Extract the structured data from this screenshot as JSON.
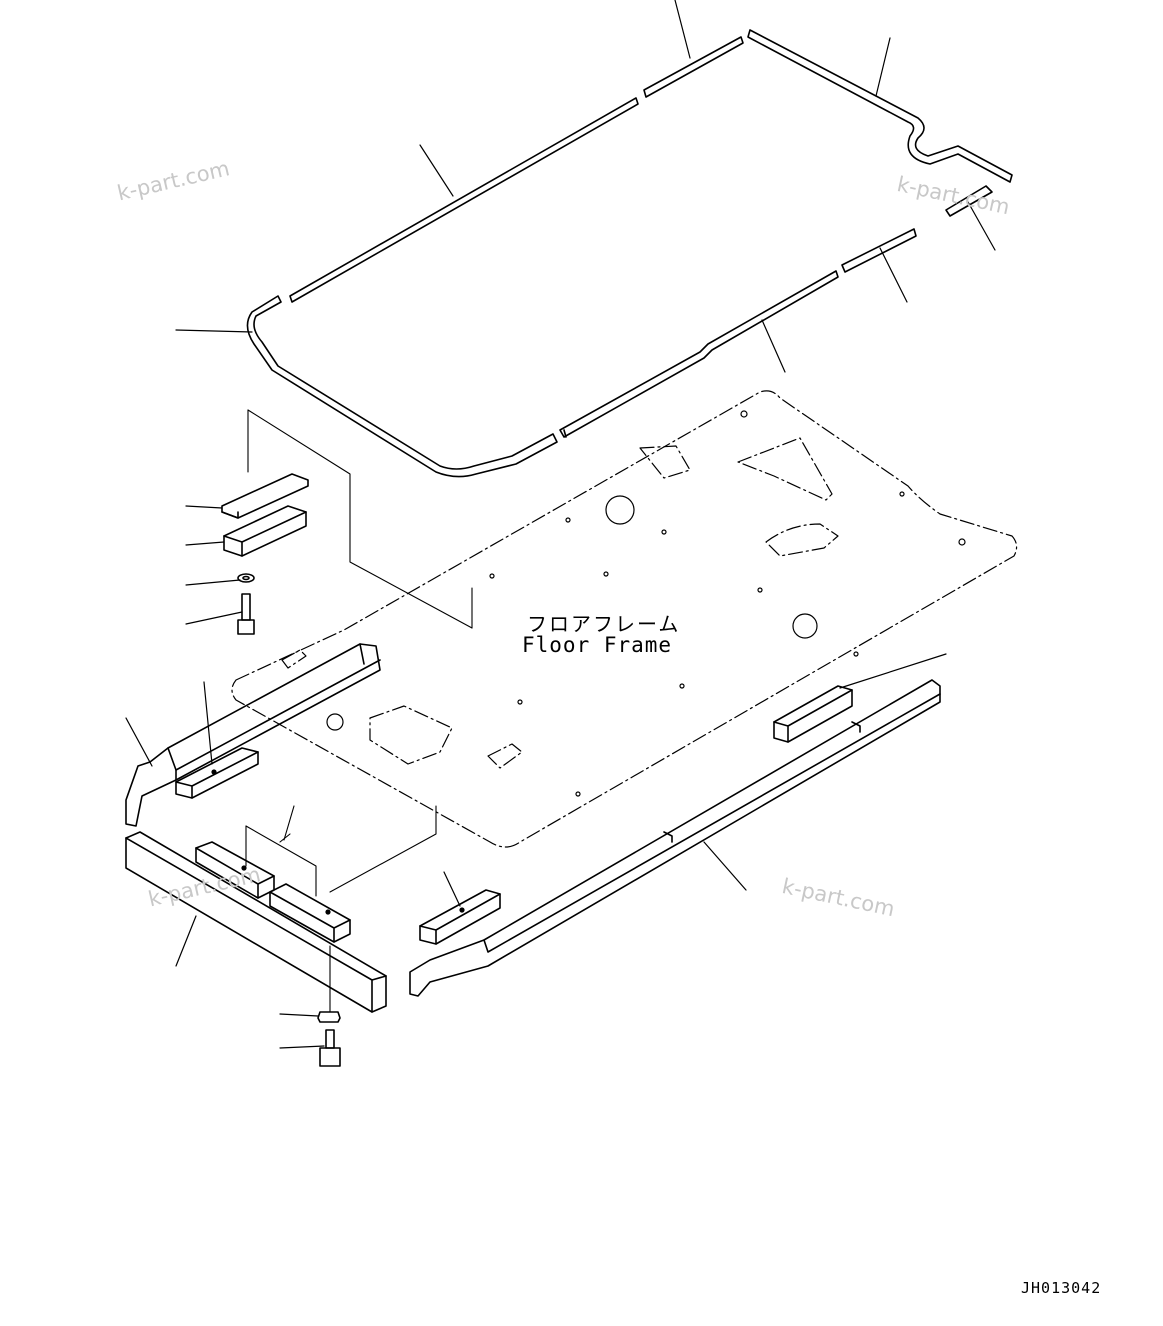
{
  "floor_frame": {
    "label_jp": "フロアフレーム",
    "label_en": "Floor Frame"
  },
  "drawing_code": "JH013042",
  "watermarks": [
    "k-part.com",
    "k-part.com",
    "k-part.com",
    "k-part.com"
  ],
  "colors": {
    "line": "#000000",
    "watermark": "#c8c8c8",
    "background": "#ffffff"
  }
}
